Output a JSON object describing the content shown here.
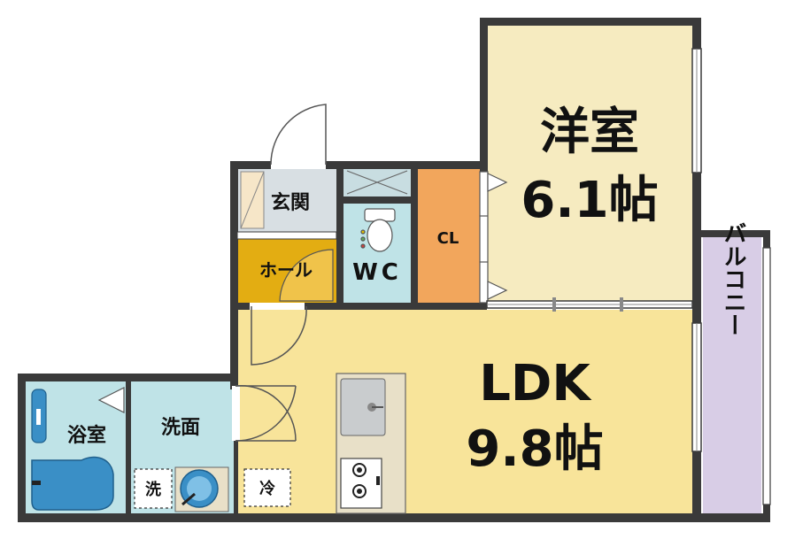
{
  "rooms": {
    "western": {
      "name": "洋室",
      "size": "6.1帖"
    },
    "ldk": {
      "name": "LDK",
      "size": "9.8帖"
    },
    "entrance": {
      "name": "玄関"
    },
    "hall": {
      "name": "ホール"
    },
    "toilet": {
      "name": "WC"
    },
    "closet": {
      "name": "CL"
    },
    "bath": {
      "name": "浴室"
    },
    "washroom": {
      "name": "洗面"
    },
    "balcony": {
      "name": "バルコニー"
    },
    "washer": {
      "name": "洗"
    },
    "fridge": {
      "name": "冷"
    }
  },
  "colors": {
    "wall": "#3a3a3a",
    "western": "#f6ebc0",
    "ldk": "#f8e49a",
    "entrance": "#d8dfe3",
    "hall": "#e3ad12",
    "toilet": "#bfe3e7",
    "closet": "#f2a65c",
    "bath": "#bfe3e7",
    "washroom": "#bfe3e7",
    "balcony": "#d8cde6"
  }
}
